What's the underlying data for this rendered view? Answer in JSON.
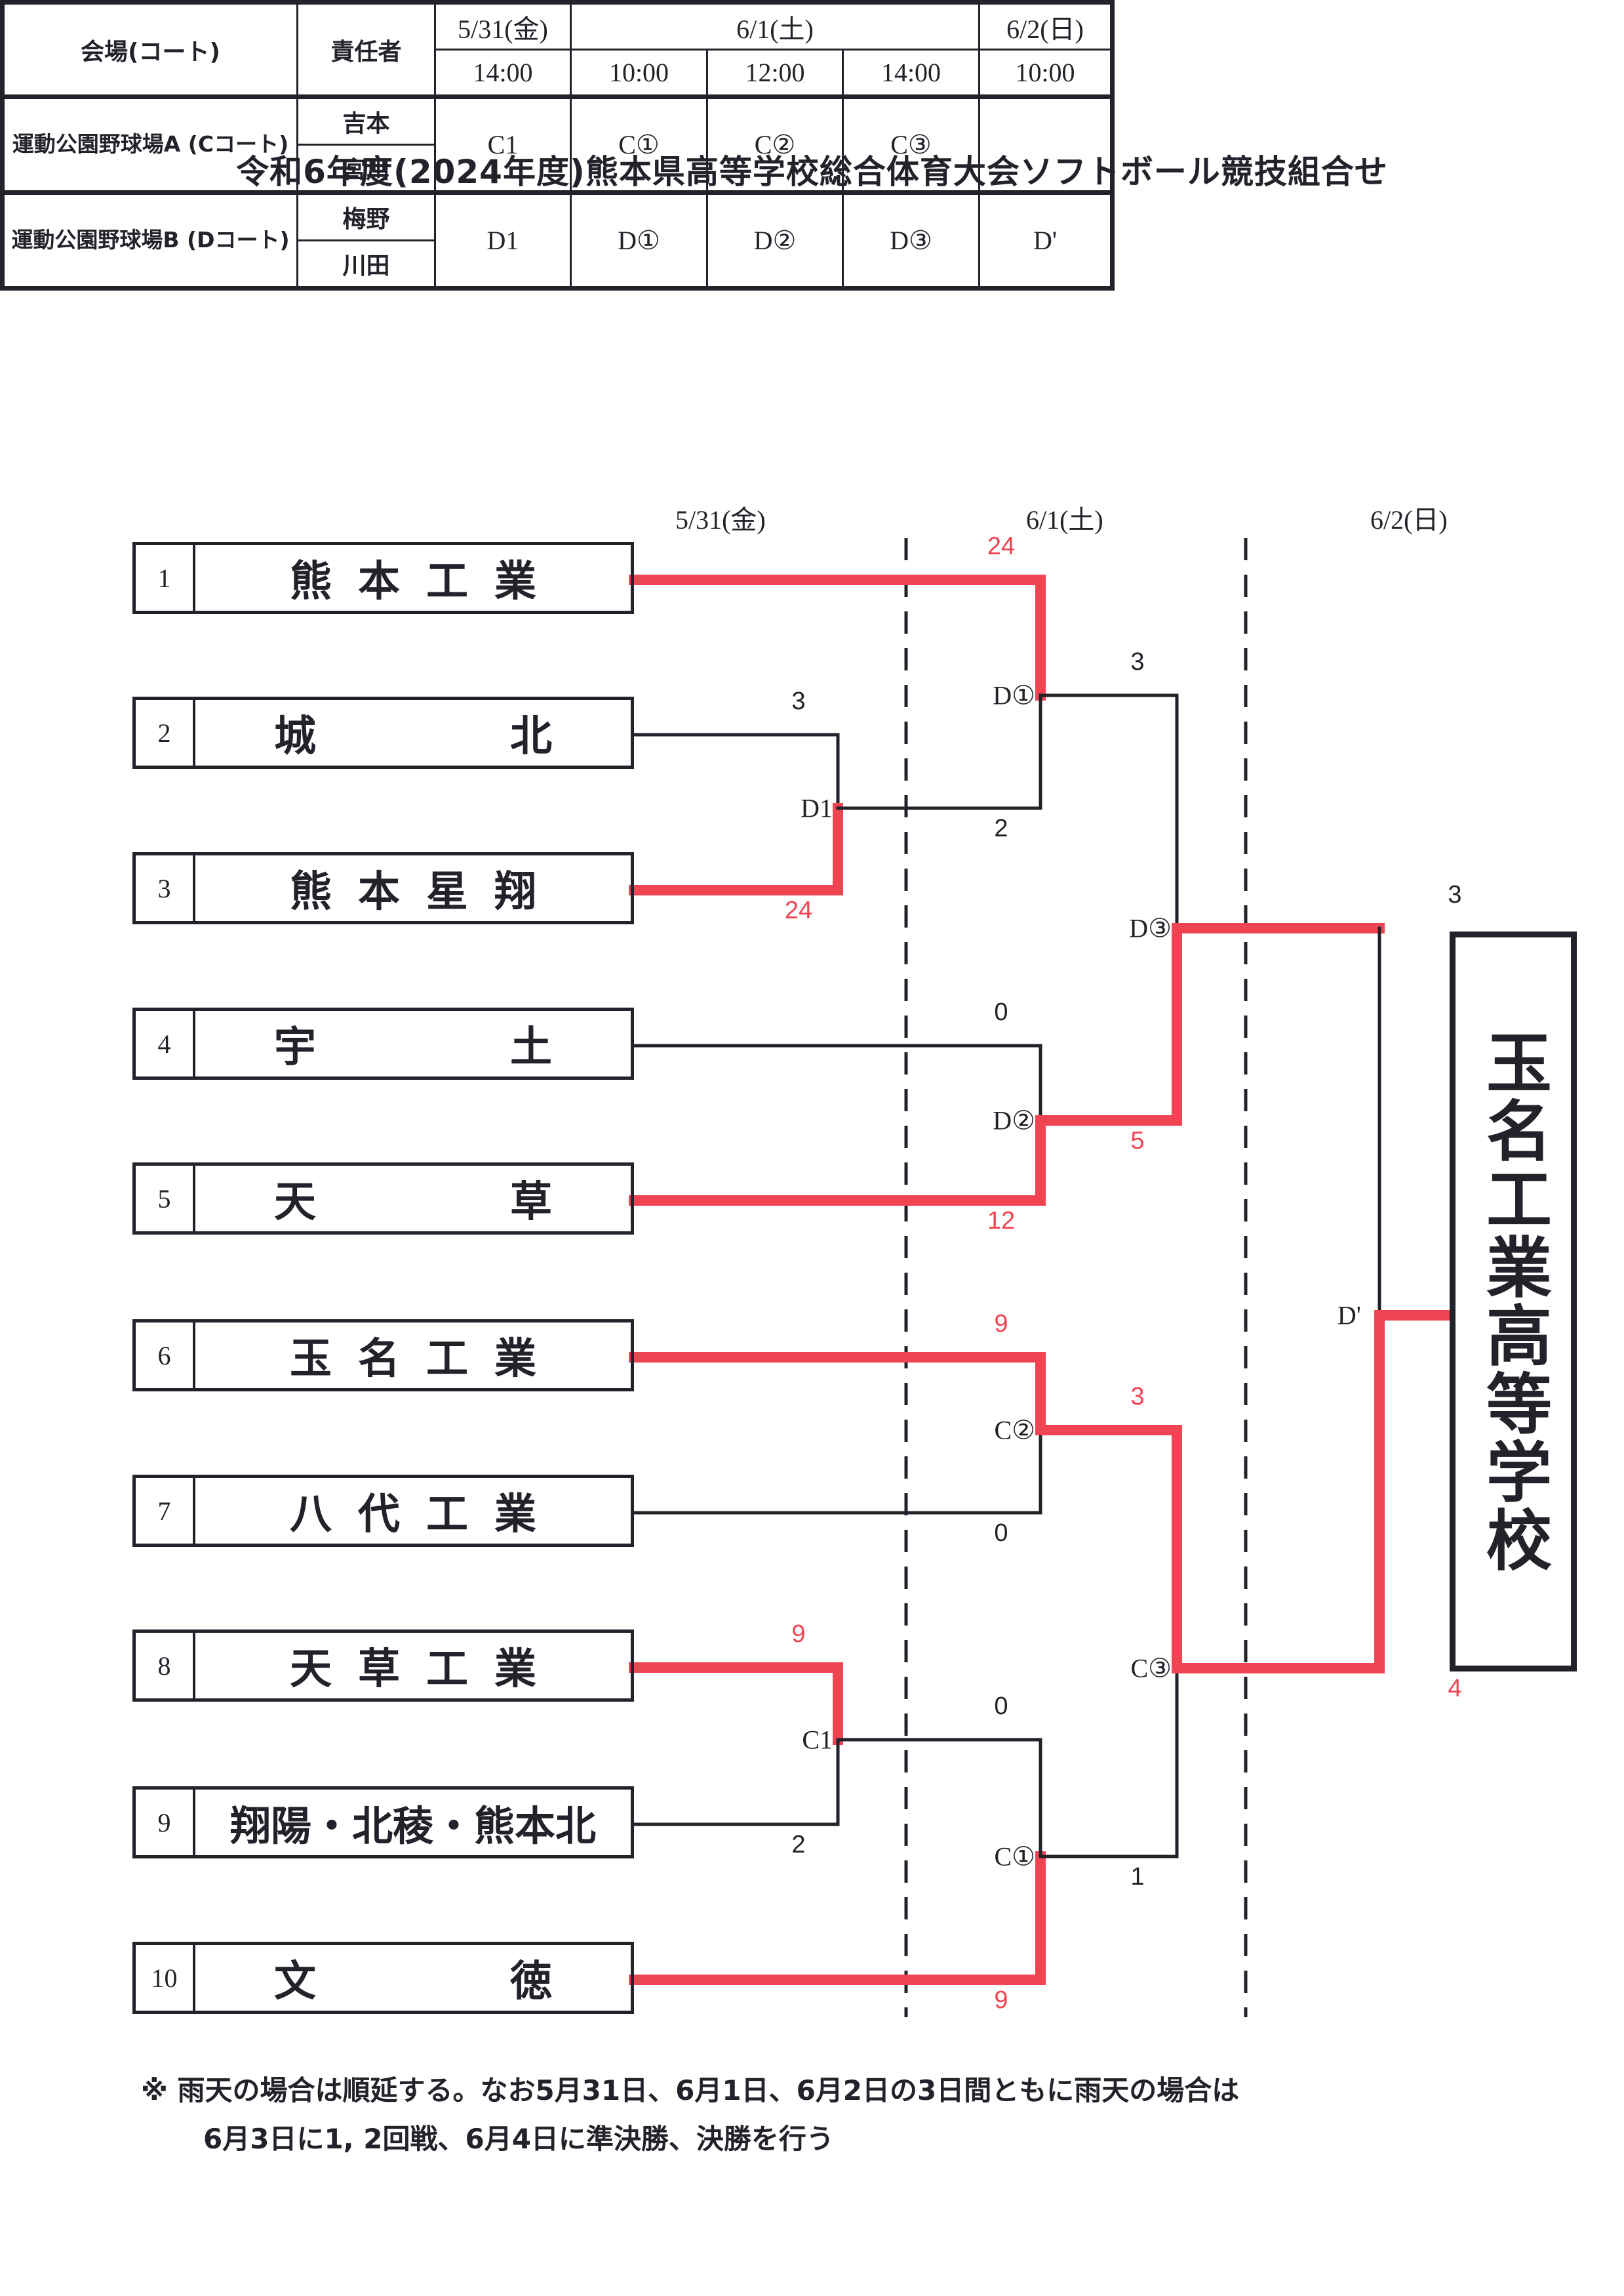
{
  "title": "令和6年度(2024年度)熊本県高等学校総合体育大会ソフトボール競技組合せ",
  "schedule": {
    "header_venue": "会場(コート)",
    "header_manager": "責任者",
    "dates": [
      {
        "date": "5/31(金)",
        "times": [
          "14:00"
        ]
      },
      {
        "date": "6/1(土)",
        "times": [
          "10:00",
          "12:00",
          "14:00"
        ]
      },
      {
        "date": "6/2(日)",
        "times": [
          "10:00"
        ]
      }
    ],
    "courts": [
      {
        "venue": "運動公園野球場A (Cコート)",
        "managers": [
          "吉本",
          "宮川"
        ],
        "games": [
          "C1",
          "C①",
          "C②",
          "C③",
          ""
        ]
      },
      {
        "venue": "運動公園野球場B (Dコート)",
        "managers": [
          "梅野",
          "川田"
        ],
        "games": [
          "D1",
          "D①",
          "D②",
          "D③",
          "D'"
        ]
      }
    ]
  },
  "round_dates": [
    "5/31(金)",
    "6/1(土)",
    "6/2(日)"
  ],
  "teams": [
    {
      "seed": "1",
      "name": "熊本工業"
    },
    {
      "seed": "2",
      "name": "城北"
    },
    {
      "seed": "3",
      "name": "熊本星翔"
    },
    {
      "seed": "4",
      "name": "宇土"
    },
    {
      "seed": "5",
      "name": "天草"
    },
    {
      "seed": "6",
      "name": "玉名工業"
    },
    {
      "seed": "7",
      "name": "八代工業"
    },
    {
      "seed": "8",
      "name": "天草工業"
    },
    {
      "seed": "9",
      "name": "翔陽・北稜・熊本北"
    },
    {
      "seed": "10",
      "name": "文徳"
    }
  ],
  "matches": [
    {
      "id": "D1",
      "top_score": "3",
      "bottom_score": "24",
      "winner": "bottom"
    },
    {
      "id": "C1",
      "top_score": "9",
      "bottom_score": "2",
      "winner": "top"
    },
    {
      "id": "D①",
      "top_score": "24",
      "bottom_score": "2",
      "winner": "top"
    },
    {
      "id": "D②",
      "top_score": "0",
      "bottom_score": "12",
      "winner": "bottom"
    },
    {
      "id": "C②",
      "top_score": "9",
      "bottom_score": "0",
      "winner": "top"
    },
    {
      "id": "C①",
      "top_score": "0",
      "bottom_score": "9",
      "winner": "bottom"
    },
    {
      "id": "D③",
      "top_score": "3",
      "bottom_score": "5",
      "winner": "bottom"
    },
    {
      "id": "C③",
      "top_score": "3",
      "bottom_score": "1",
      "winner": "top"
    },
    {
      "id": "D'",
      "top_score": "3",
      "bottom_score": "4",
      "winner": "bottom"
    }
  ],
  "champion": "玉名工業高等学校",
  "colors": {
    "winner_line": "#f04452",
    "ink": "#22222a"
  },
  "footer": {
    "line1": "※  雨天の場合は順延する。なお5月31日、6月1日、6月2日の3日間ともに雨天の場合は",
    "line2": "6月3日に1, 2回戦、6月4日に準決勝、決勝を行う"
  }
}
